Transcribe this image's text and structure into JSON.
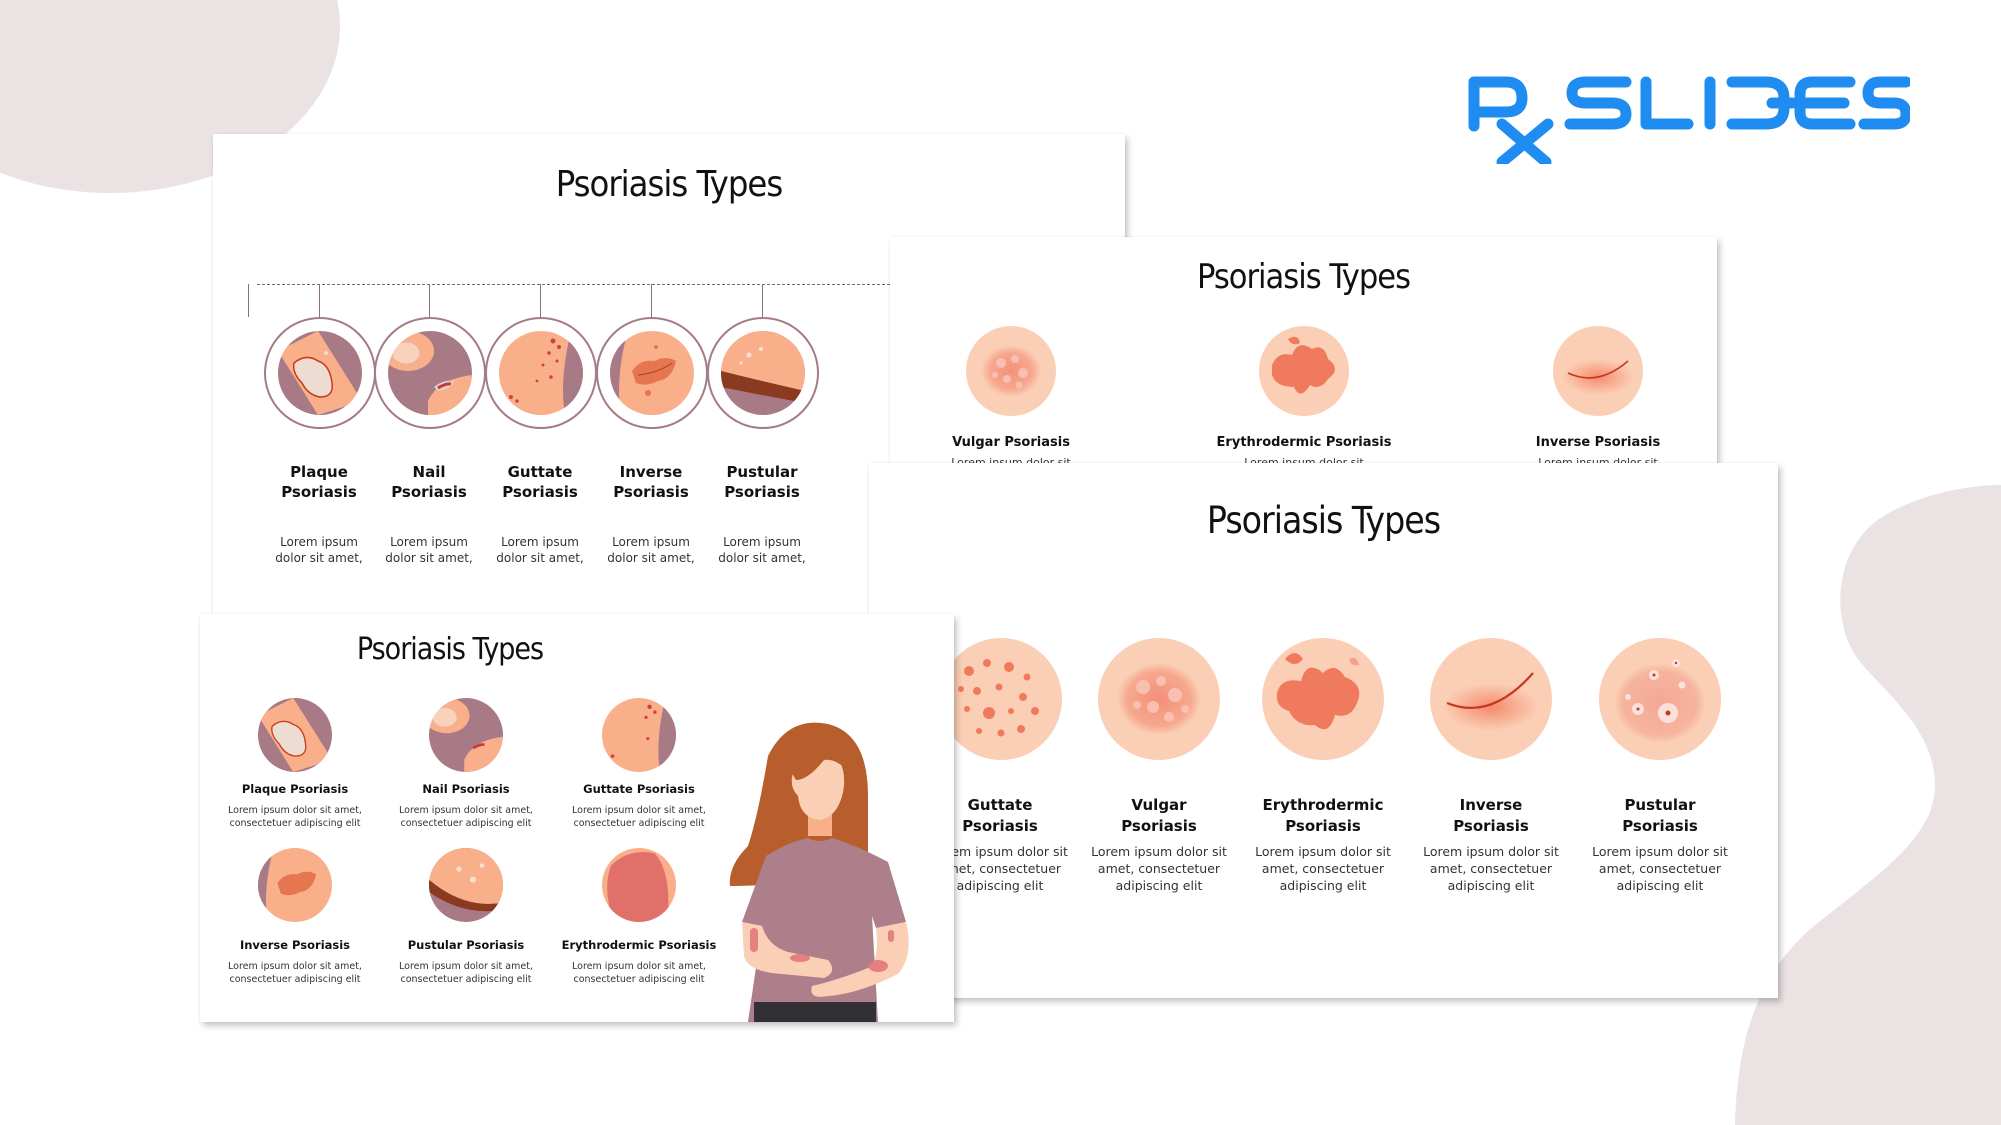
{
  "brand": {
    "logo_text": "RX SLIDES",
    "logo_color": "#1e8cf0",
    "background_blob_color": "#ebe3e3"
  },
  "slides": [
    {
      "id": "slide-timeline",
      "title": "Psoriasis Types",
      "items": [
        {
          "label_line1": "Plaque",
          "label_line2": "Psoriasis",
          "desc_line1": "Lorem ipsum",
          "desc_line2": "dolor sit amet,",
          "icon": "plaque-psoriasis-icon"
        },
        {
          "label_line1": "Nail",
          "label_line2": "Psoriasis",
          "desc_line1": "Lorem ipsum",
          "desc_line2": "dolor sit amet,",
          "icon": "nail-psoriasis-icon"
        },
        {
          "label_line1": "Guttate",
          "label_line2": "Psoriasis",
          "desc_line1": "Lorem ipsum",
          "desc_line2": "dolor sit amet,",
          "icon": "guttate-psoriasis-icon"
        },
        {
          "label_line1": "Inverse",
          "label_line2": "Psoriasis",
          "desc_line1": "Lorem ipsum",
          "desc_line2": "dolor sit amet,",
          "icon": "inverse-psoriasis-icon"
        },
        {
          "label_line1": "Pustular",
          "label_line2": "Psoriasis",
          "desc_line1": "Lorem ipsum",
          "desc_line2": "dolor sit amet,",
          "icon": "pustular-psoriasis-icon"
        }
      ]
    },
    {
      "id": "slide-grid-woman",
      "title": "Psoriasis Types",
      "items": [
        {
          "label": "Plaque Psoriasis",
          "desc_line1": "Lorem ipsum dolor sit amet,",
          "desc_line2": "consectetuer adipiscing elit",
          "icon": "plaque-psoriasis-icon"
        },
        {
          "label": "Nail Psoriasis",
          "desc_line1": "Lorem ipsum dolor sit amet,",
          "desc_line2": "consectetuer adipiscing elit",
          "icon": "nail-psoriasis-icon"
        },
        {
          "label": "Guttate Psoriasis",
          "desc_line1": "Lorem ipsum dolor sit amet,",
          "desc_line2": "consectetuer adipiscing elit",
          "icon": "guttate-psoriasis-icon"
        },
        {
          "label": "Inverse Psoriasis",
          "desc_line1": "Lorem ipsum dolor sit amet,",
          "desc_line2": "consectetuer adipiscing elit",
          "icon": "inverse-psoriasis-icon"
        },
        {
          "label": "Pustular Psoriasis",
          "desc_line1": "Lorem ipsum dolor sit amet,",
          "desc_line2": "consectetuer adipiscing elit",
          "icon": "pustular-psoriasis-icon"
        },
        {
          "label": "Erythrodermic Psoriasis",
          "desc_line1": "Lorem ipsum dolor sit amet,",
          "desc_line2": "consectetuer adipiscing elit",
          "icon": "erythrodermic-psoriasis-icon"
        }
      ]
    },
    {
      "id": "slide-three-items",
      "title": "Psoriasis Types",
      "items": [
        {
          "label": "Vulgar Psoriasis",
          "desc_line1": "Lorem insum dolor sit",
          "icon": "vulgar-psoriasis-icon"
        },
        {
          "label": "Erythrodermic Psoriasis",
          "desc_line1": "Lorem insum dolor sit",
          "icon": "erythrodermic-psoriasis-icon"
        },
        {
          "label": "Inverse Psoriasis",
          "desc_line1": "Lorem insum dolor sit",
          "icon": "inverse-psoriasis-icon"
        }
      ]
    },
    {
      "id": "slide-five-items",
      "title": "Psoriasis Types",
      "items": [
        {
          "label_line1": "Guttate",
          "label_line2": "Psoriasis",
          "desc_line1": "Lorem ipsum dolor sit",
          "desc_line2": "amet, consectetuer",
          "desc_line3": "adipiscing elit",
          "icon": "guttate-psoriasis-icon"
        },
        {
          "label_line1": "Vulgar",
          "label_line2": "Psoriasis",
          "desc_line1": "Lorem ipsum dolor sit",
          "desc_line2": "amet, consectetuer",
          "desc_line3": "adipiscing elit",
          "icon": "vulgar-psoriasis-icon"
        },
        {
          "label_line1": "Erythrodermic",
          "label_line2": "Psoriasis",
          "desc_line1": "Lorem ipsum dolor sit",
          "desc_line2": "amet, consectetuer",
          "desc_line3": "adipiscing elit",
          "icon": "erythrodermic-psoriasis-icon"
        },
        {
          "label_line1": "Inverse",
          "label_line2": "Psoriasis",
          "desc_line1": "Lorem ipsum dolor sit",
          "desc_line2": "amet, consectetuer",
          "desc_line3": "adipiscing elit",
          "icon": "inverse-psoriasis-icon"
        },
        {
          "label_line1": "Pustular",
          "label_line2": "Psoriasis",
          "desc_line1": "Lorem ipsum dolor sit",
          "desc_line2": "amet, consectetuer",
          "desc_line3": "adipiscing elit",
          "icon": "pustular-psoriasis-icon"
        }
      ]
    }
  ],
  "colors": {
    "skin_light": "#fbcfb5",
    "skin": "#f9b08a",
    "lesion": "#f0785a",
    "mauve": "#a87a86",
    "ring": "#a47b87",
    "hair": "#b85e2d",
    "shirt": "#ad7f8b",
    "pants": "#333035"
  }
}
